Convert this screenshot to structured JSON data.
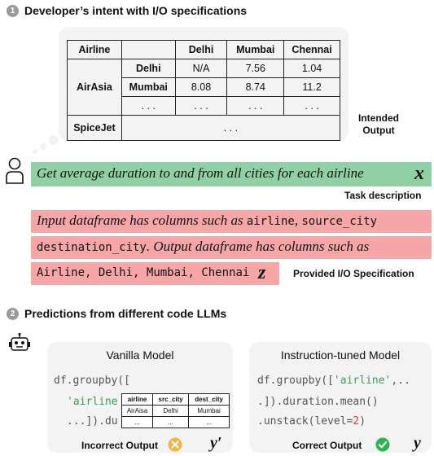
{
  "section1": {
    "number": "1",
    "title": "Developer’s intent with I/O specifications"
  },
  "table": {
    "header": [
      "Airline",
      "",
      "Delhi",
      "Mumbai",
      "Chennai"
    ],
    "rows": [
      {
        "airline": "AirAsia",
        "from": "Delhi",
        "values": [
          "N/A",
          "7.56",
          "1.04"
        ]
      },
      {
        "from": "Mumbai",
        "values": [
          "8.08",
          "8.74",
          "11.2"
        ]
      },
      {
        "from": ". . .",
        "values": [
          ". . .",
          ". . .",
          ". . ."
        ]
      }
    ],
    "last_row": {
      "airline": "SpiceJet",
      "value": ". . ."
    }
  },
  "intended_output": {
    "line1": "Intended",
    "line2": "Output"
  },
  "task": {
    "text": "Get average duration to and from all cities for each airline",
    "var": "x",
    "label": "Task description"
  },
  "io_spec": {
    "l1_prefix": "Input dataframe has columns such as ",
    "l1_code1": "airline",
    "l1_sep": ", ",
    "l1_code2": "source_city",
    "l2_code": "destination_city",
    "l2_text": ". Output dataframe has columns such as",
    "l3_c1": "Airline",
    "l3_c2": "Delhi",
    "l3_c3": "Mumbai",
    "l3_c4": "Chennai",
    "sep": ", ",
    "var": "z",
    "label": "Provided I/O Specification"
  },
  "section2": {
    "number": "2",
    "title": "Predictions from different code LLMs"
  },
  "vanilla": {
    "title": "Vanilla Model",
    "code1": "df.groupby([",
    "code2_str": "'airline",
    "code2_tail": ",",
    "code3": "...]).du",
    "mini_header": [
      "airline",
      "src_city",
      "dest_city"
    ],
    "mini_row1": [
      "AirAisa",
      "Delhi",
      "Mumbai"
    ],
    "mini_row2": [
      "...",
      "...",
      "..."
    ],
    "result": "Incorrect Output",
    "var": "y′"
  },
  "tuned": {
    "title": "Instruction-tuned Model",
    "code1_a": "df.groupby([",
    "code1_str": "'airline'",
    "code1_b": ",..",
    "code2": ".]).duration.mean()",
    "code3_a": ".unstack(level=",
    "code3_num": "2",
    "code3_b": ")",
    "result": "Correct Output",
    "var": "y"
  },
  "colors": {
    "green": "#8fd0a5",
    "pink": "#f6a6a6",
    "panel": "#f3f3f3",
    "incorrect": "#f2b544",
    "correct": "#2fb24f"
  }
}
